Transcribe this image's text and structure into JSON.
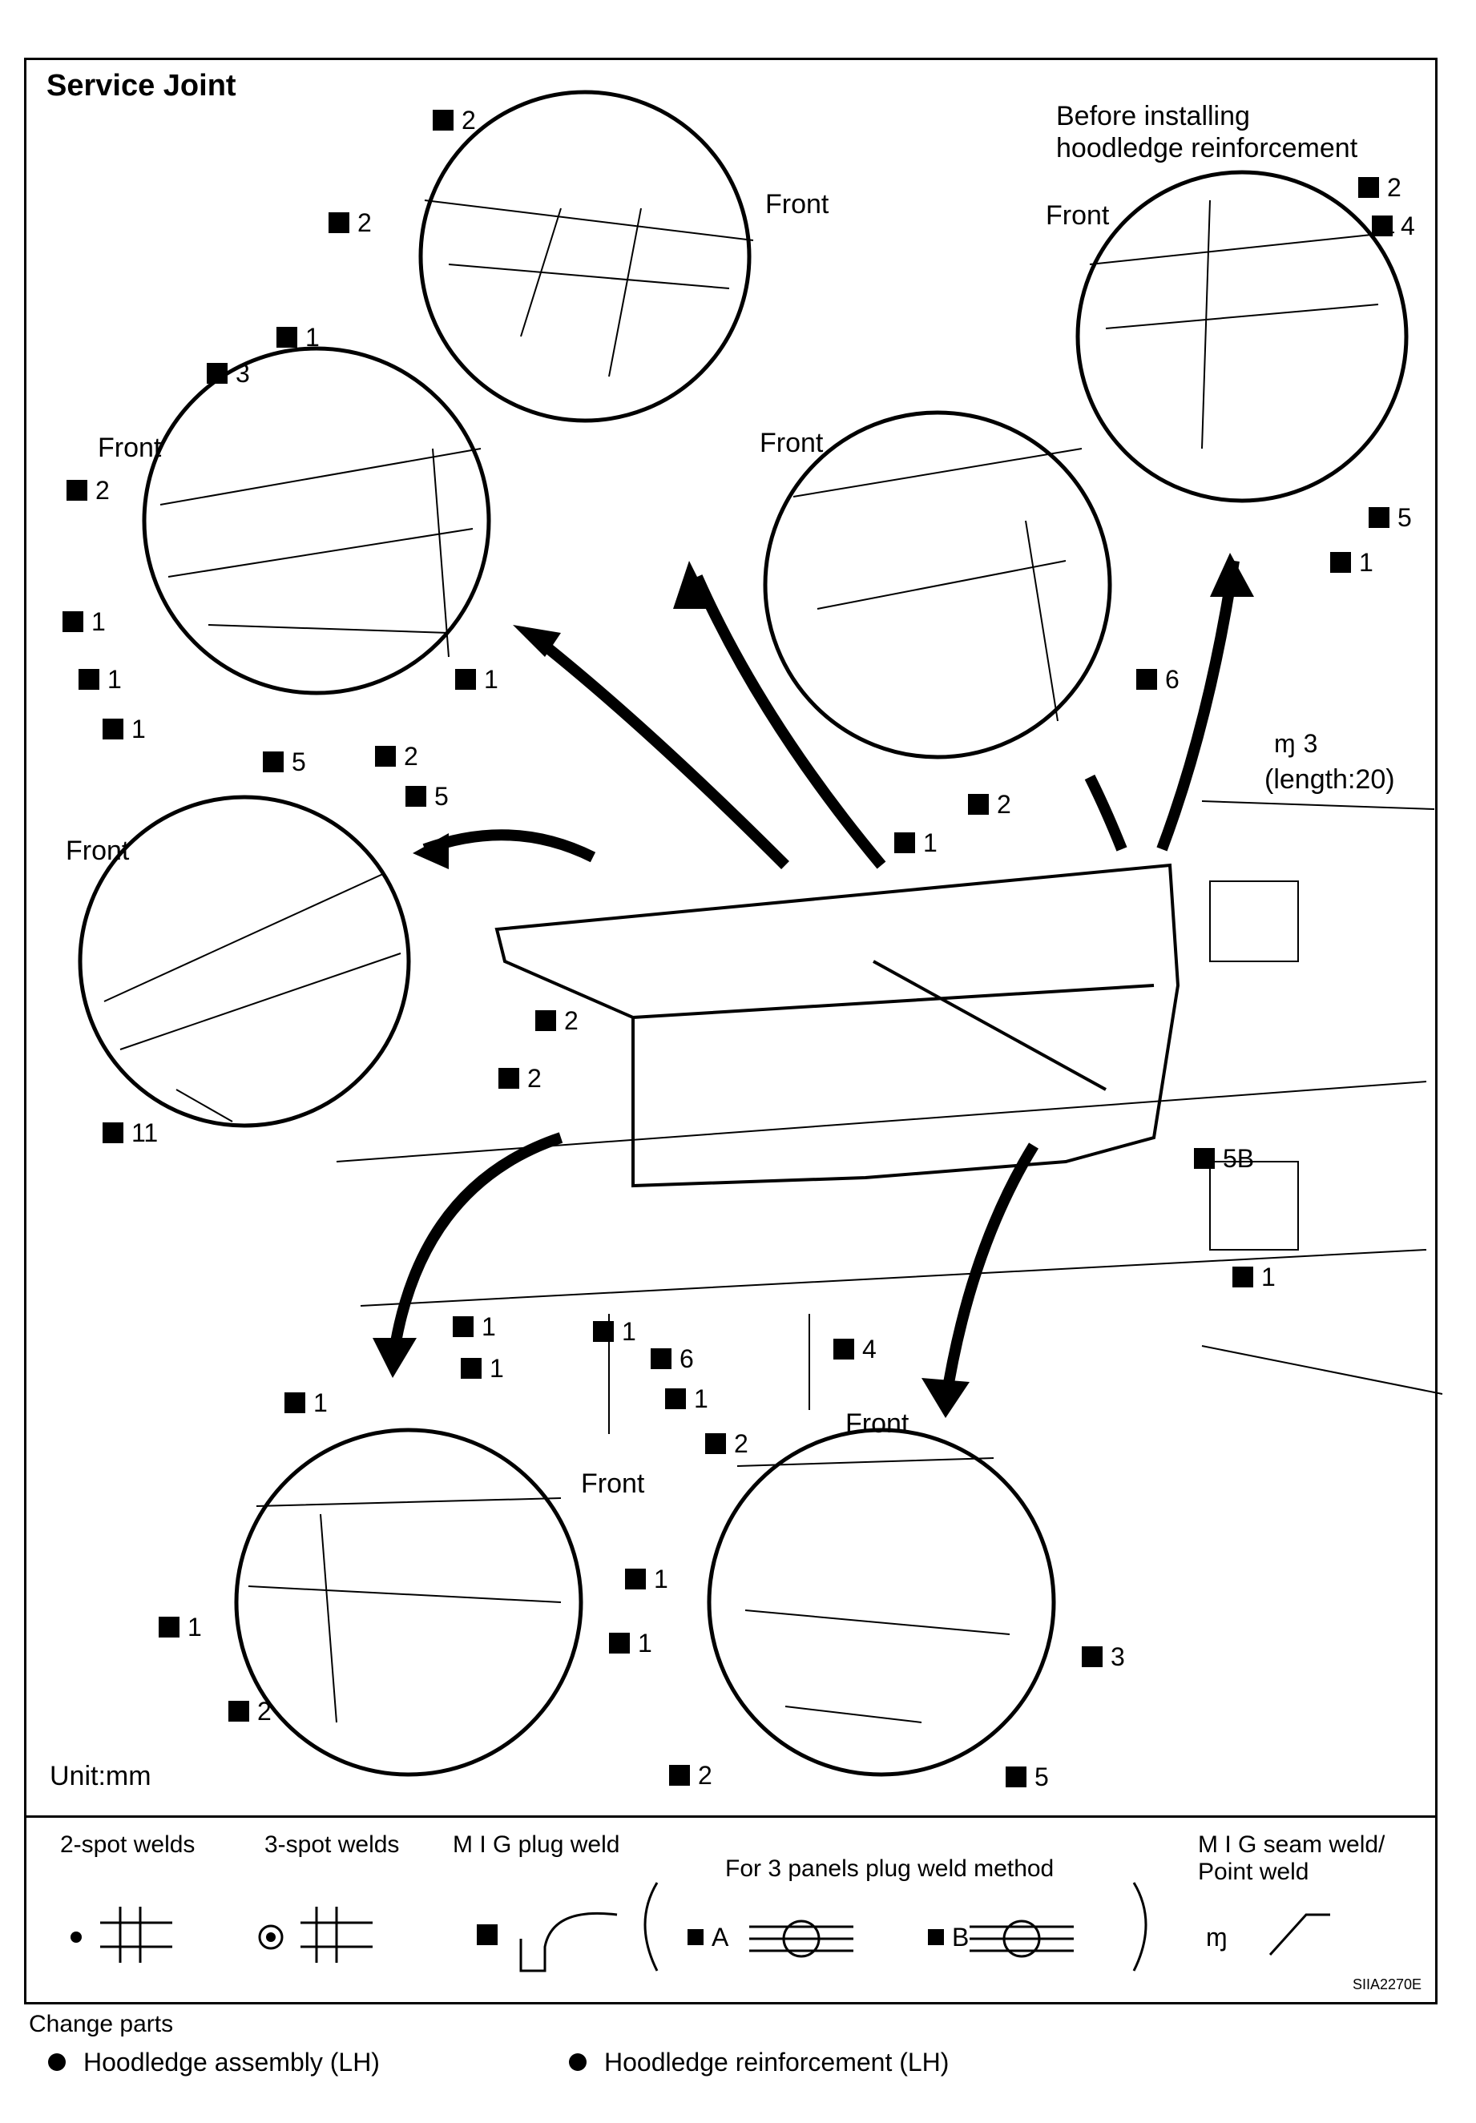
{
  "title": "Service Joint",
  "unit_label": "Unit:mm",
  "image_code": "SIIA2270E",
  "callouts": {
    "top_center": {
      "front": "Front",
      "labels": [
        "2",
        "2"
      ]
    },
    "top_right": {
      "note": [
        "Before installing",
        "hoodledge reinforcement"
      ],
      "front": "Front",
      "labels": [
        "2",
        "4",
        "5",
        "1"
      ]
    },
    "upper_left": {
      "front": "Front",
      "labels": [
        "1",
        "3",
        "2",
        "1",
        "1",
        "1",
        "1"
      ]
    },
    "center": {
      "front": "Front",
      "labels": [
        "6"
      ]
    },
    "mid_left": {
      "front": "Front",
      "labels": [
        "5",
        "2",
        "5",
        "11"
      ]
    },
    "main_part": {
      "seam_label": "3",
      "seam_note": "(length:20)",
      "labels": [
        "2",
        "1",
        "2",
        "2",
        "5B",
        "1",
        "1",
        "1",
        "1",
        "6",
        "4",
        "1"
      ]
    },
    "bottom_left": {
      "front": "Front",
      "labels": [
        "1",
        "1",
        "1",
        "1",
        "2"
      ]
    },
    "bottom_right": {
      "front": "Front",
      "labels": [
        "2",
        "3",
        "2",
        "5"
      ]
    }
  },
  "legend": {
    "items": [
      "2-spot welds",
      "3-spot welds",
      "M I G plug weld",
      "For 3 panels plug weld method",
      "M I G seam weld/",
      "Point weld"
    ],
    "plug_a": "A",
    "plug_b": "B"
  },
  "change_parts": {
    "heading": "Change parts",
    "items": [
      "Hoodledge assembly (LH)",
      "Hoodledge reinforcement (LH)"
    ]
  }
}
